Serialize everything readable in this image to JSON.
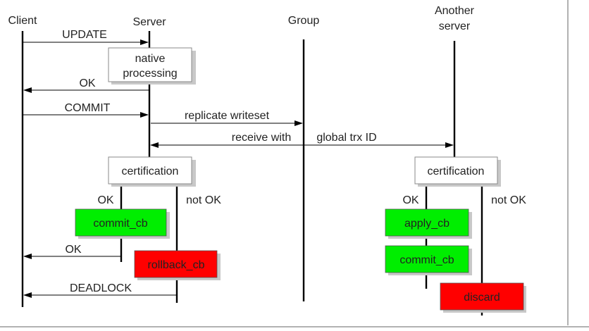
{
  "colors": {
    "success": "#00ee00",
    "failure": "#ff0000",
    "neutral": "#ffffff",
    "shadow": "#c8c8c8",
    "line": "#000000"
  },
  "participants": {
    "client": "Client",
    "server": "Server",
    "group": "Group",
    "another_line1": "Another",
    "another_line2": "server"
  },
  "messages": {
    "update": "UPDATE",
    "ok_1": "OK",
    "commit": "COMMIT",
    "replicate": "replicate writeset",
    "receive_1": "receive with",
    "receive_2": "global trx ID",
    "ok_2": "OK",
    "deadlock": "DEADLOCK"
  },
  "boxes": {
    "native_line1": "native",
    "native_line2": "processing",
    "cert_server": "certification",
    "cert_another": "certification",
    "commit_cb_server": "commit_cb",
    "rollback_cb": "rollback_cb",
    "apply_cb": "apply_cb",
    "commit_cb_another": "commit_cb",
    "discard": "discard"
  },
  "branches": {
    "server_ok": "OK",
    "server_not_ok": "not OK",
    "another_ok": "OK",
    "another_not_ok": "not OK"
  }
}
